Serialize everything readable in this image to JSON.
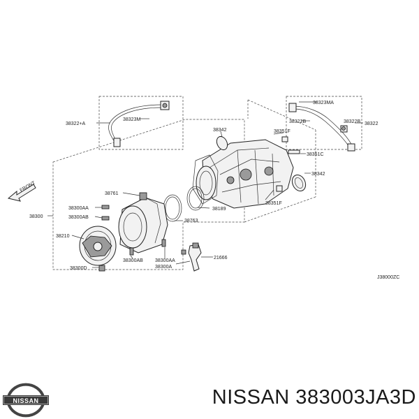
{
  "labels": {
    "l38322ma": "38323MA",
    "l38322b1": "38322B",
    "l38322b2": "38322B",
    "l38322": "38322",
    "l38322_1a": "38322+A",
    "l38323m": "38323M",
    "l38342_top": "38342",
    "l38351f_top": "38351F",
    "l38351c": "38351C",
    "l38342_right": "38342",
    "l38351f_bot": "38351F",
    "l38761": "38761",
    "l38189": "38189",
    "l38763": "38763",
    "l38300aa_top": "38300AA",
    "l38300ab_top": "38300AB",
    "l38300": "38300",
    "l38210": "38210",
    "l38300ab_bot": "38300AB",
    "l38300aa_bot": "38300AA",
    "l38300a": "38300A",
    "l21666": "21666",
    "l38300d": "38300D",
    "front": "FRONT",
    "ref": "J38000ZC"
  },
  "brand": {
    "logo_text": "NISSAN"
  },
  "caption": "NISSAN 383003JA3D",
  "colors": {
    "ink": "#222222",
    "paper": "#ffffff"
  }
}
